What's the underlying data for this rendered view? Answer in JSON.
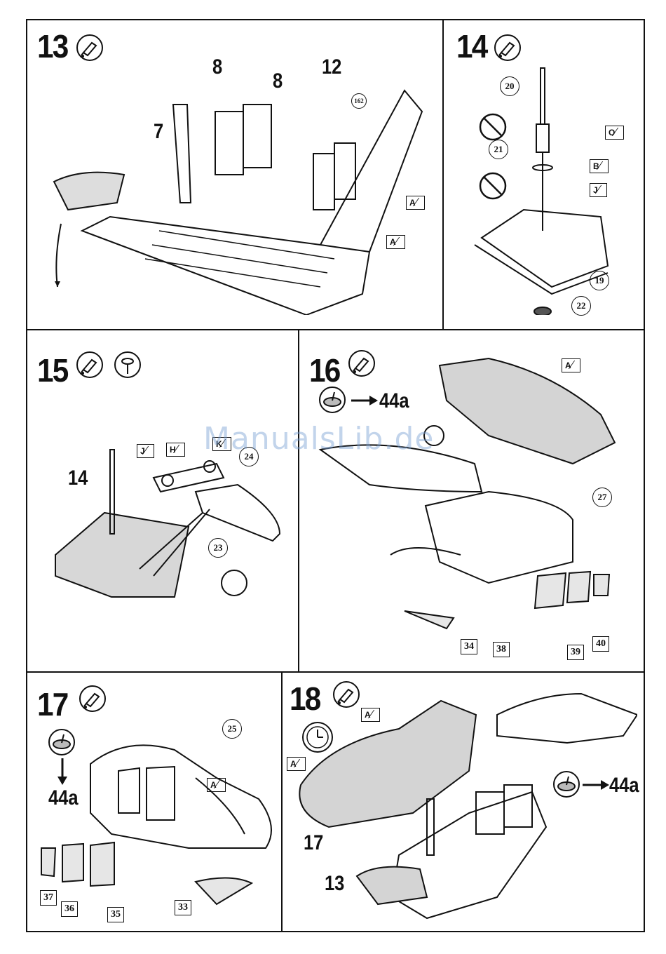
{
  "watermark": "ManualsLib.de",
  "steps": {
    "s13": {
      "number": "13",
      "labels": {
        "a": "8",
        "b": "8",
        "c": "12",
        "d": "7"
      },
      "callouts": {
        "c162": "162"
      },
      "flags": {
        "f1": "A",
        "f2": "A"
      }
    },
    "s14": {
      "number": "14",
      "callouts": {
        "c20": "20",
        "c21": "21",
        "c19": "19",
        "c22": "22"
      },
      "flags": {
        "fO": "O",
        "fB": "B",
        "fJ": "J"
      }
    },
    "s15": {
      "number": "15",
      "labels": {
        "a": "14"
      },
      "callouts": {
        "c24": "24",
        "c23": "23"
      },
      "flags": {
        "fJ": "J",
        "fH": "H",
        "fK": "K"
      }
    },
    "s16": {
      "number": "16",
      "ref": "44a",
      "callouts": {
        "c27": "27"
      },
      "flags": {
        "fA": "A"
      },
      "boxes": {
        "b34": "34",
        "b38": "38",
        "b39": "39",
        "b40": "40"
      }
    },
    "s17": {
      "number": "17",
      "ref": "44a",
      "callouts": {
        "c25": "25"
      },
      "flags": {
        "fA": "A"
      },
      "boxes": {
        "b37": "37",
        "b36": "36",
        "b35": "35",
        "b33": "33"
      }
    },
    "s18": {
      "number": "18",
      "ref": "44a",
      "labels": {
        "a": "17",
        "b": "13"
      },
      "flags": {
        "fA1": "A",
        "fA2": "A"
      }
    }
  }
}
